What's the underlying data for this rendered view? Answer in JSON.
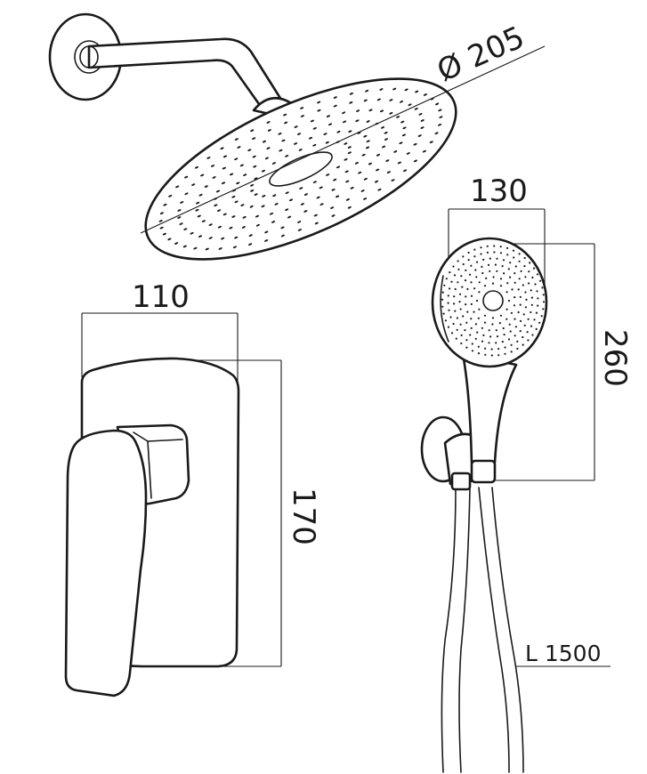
{
  "dimensions": {
    "shower_head_diameter": "Ø 205",
    "hand_shower_width": "130",
    "hand_shower_length": "260",
    "mixer_width": "110",
    "mixer_height": "170",
    "hose_length": "L 1500"
  }
}
